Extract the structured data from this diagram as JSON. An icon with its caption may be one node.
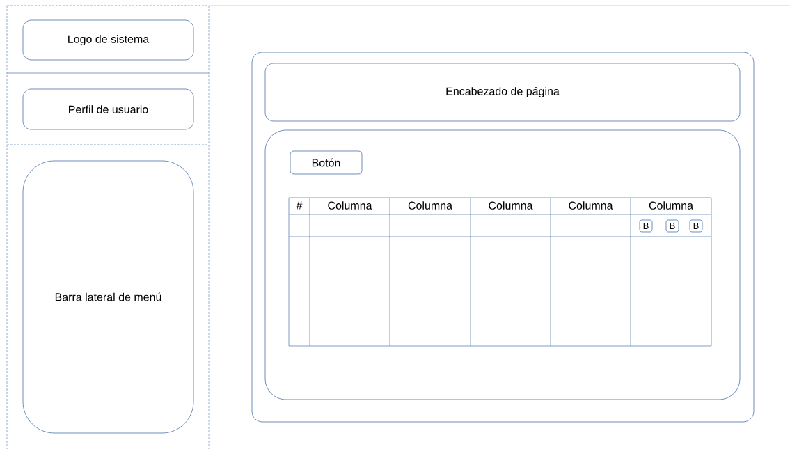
{
  "diagram": {
    "nodes": [
      {
        "text": [
          "Logo de sistema"
        ]
      },
      {
        "text": [
          "Perfil de usuario"
        ]
      },
      {
        "text": [
          "Barra lateral de menú"
        ]
      },
      {
        "text": [],
        "shape": "box"
      },
      {
        "text": [
          "Encabezado de página"
        ],
        "in": 3
      },
      {
        "text": [],
        "shape": "box",
        "in": 3
      },
      {
        "text": [
          "Botón"
        ],
        "in": 5
      },
      {
        "text": [
          "B"
        ],
        "in": 5
      },
      {
        "text": [
          "B"
        ],
        "in": 5
      },
      {
        "text": [
          "B"
        ],
        "in": 5
      }
    ],
    "labels": [
      "#",
      "Columna",
      "Columna",
      "Columna",
      "Columna",
      "Columna"
    ]
  }
}
